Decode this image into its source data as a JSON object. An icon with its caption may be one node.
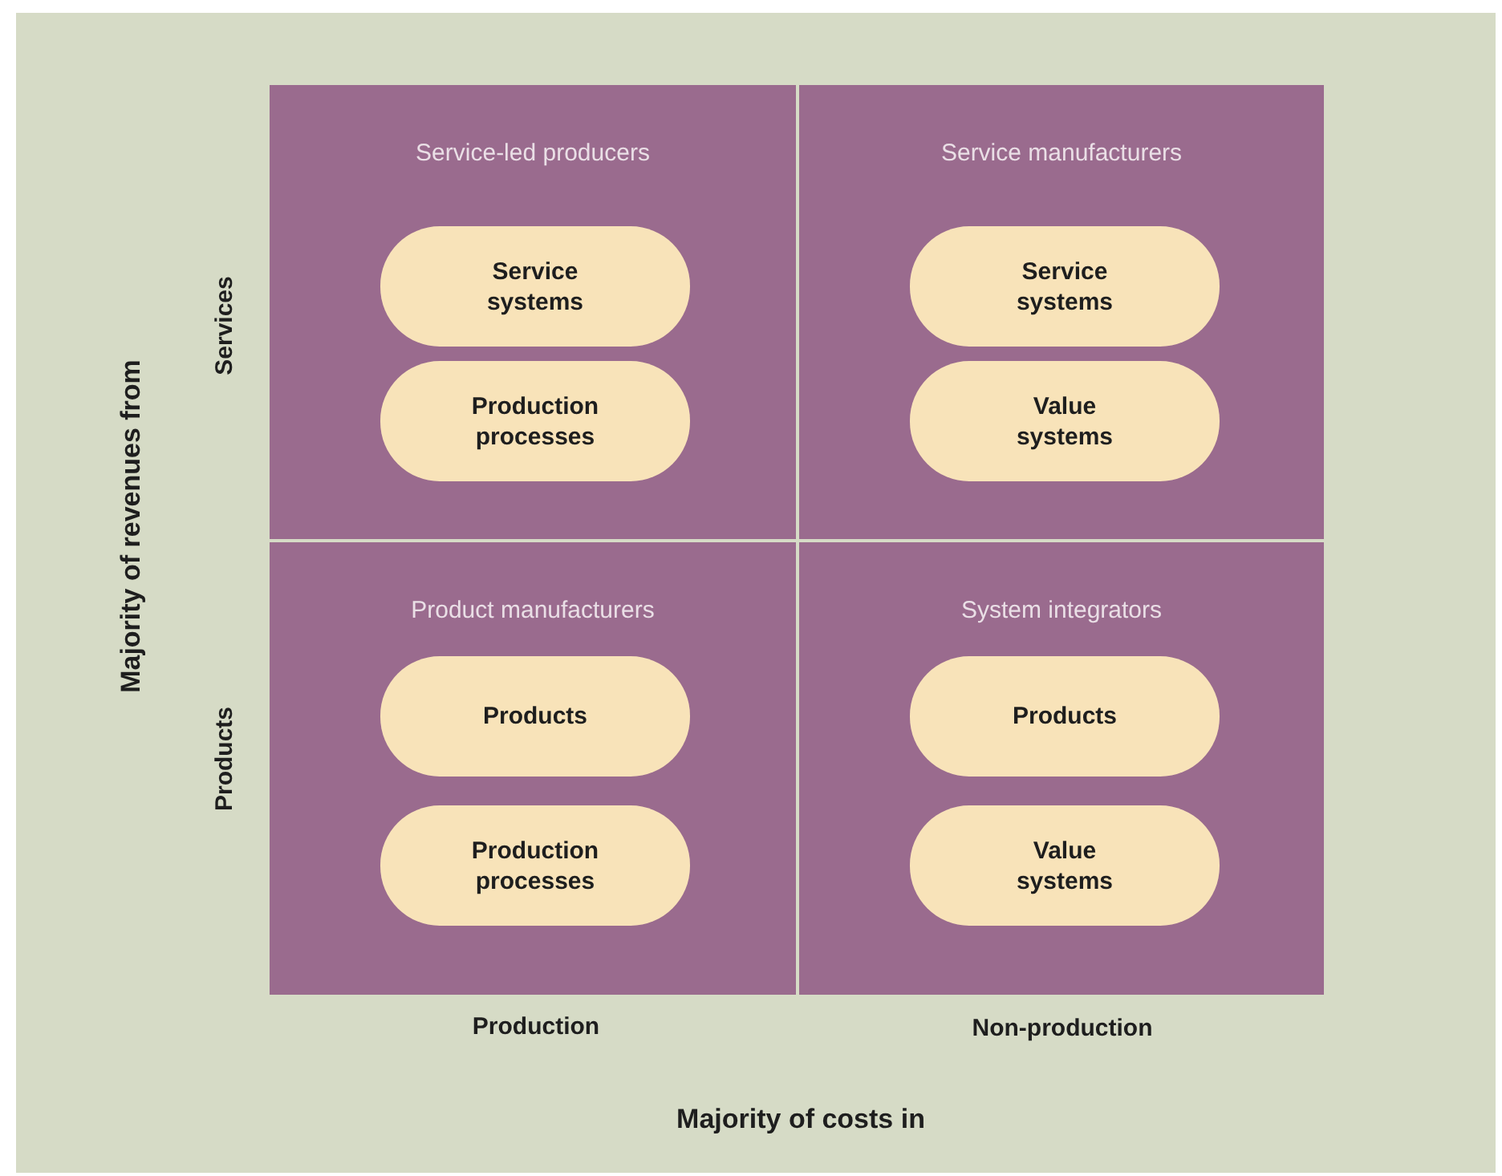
{
  "diagram": {
    "nodes": [
      {
        "text": [
          "Service-led producers"
        ]
      },
      {
        "text": [
          "Service systems"
        ],
        "in": 0
      },
      {
        "text": [
          "Production processes"
        ],
        "in": 0
      },
      {
        "text": [
          "Service manufacturers"
        ]
      },
      {
        "text": [
          "Service systems"
        ],
        "in": 3
      },
      {
        "text": [
          "Value systems"
        ],
        "in": 3
      },
      {
        "text": [
          "Product manufacturers"
        ]
      },
      {
        "text": [
          "Products"
        ],
        "in": 6
      },
      {
        "text": [
          "Production processes"
        ],
        "in": 6
      },
      {
        "text": [
          "System integrators"
        ]
      },
      {
        "text": [
          "Products"
        ],
        "in": 9
      },
      {
        "text": [
          "Value systems"
        ],
        "in": 9
      }
    ],
    "labels": [
      "Majority of revenues from",
      "Services",
      "Products",
      "Production",
      "Non-production",
      "Majority of costs in"
    ]
  }
}
